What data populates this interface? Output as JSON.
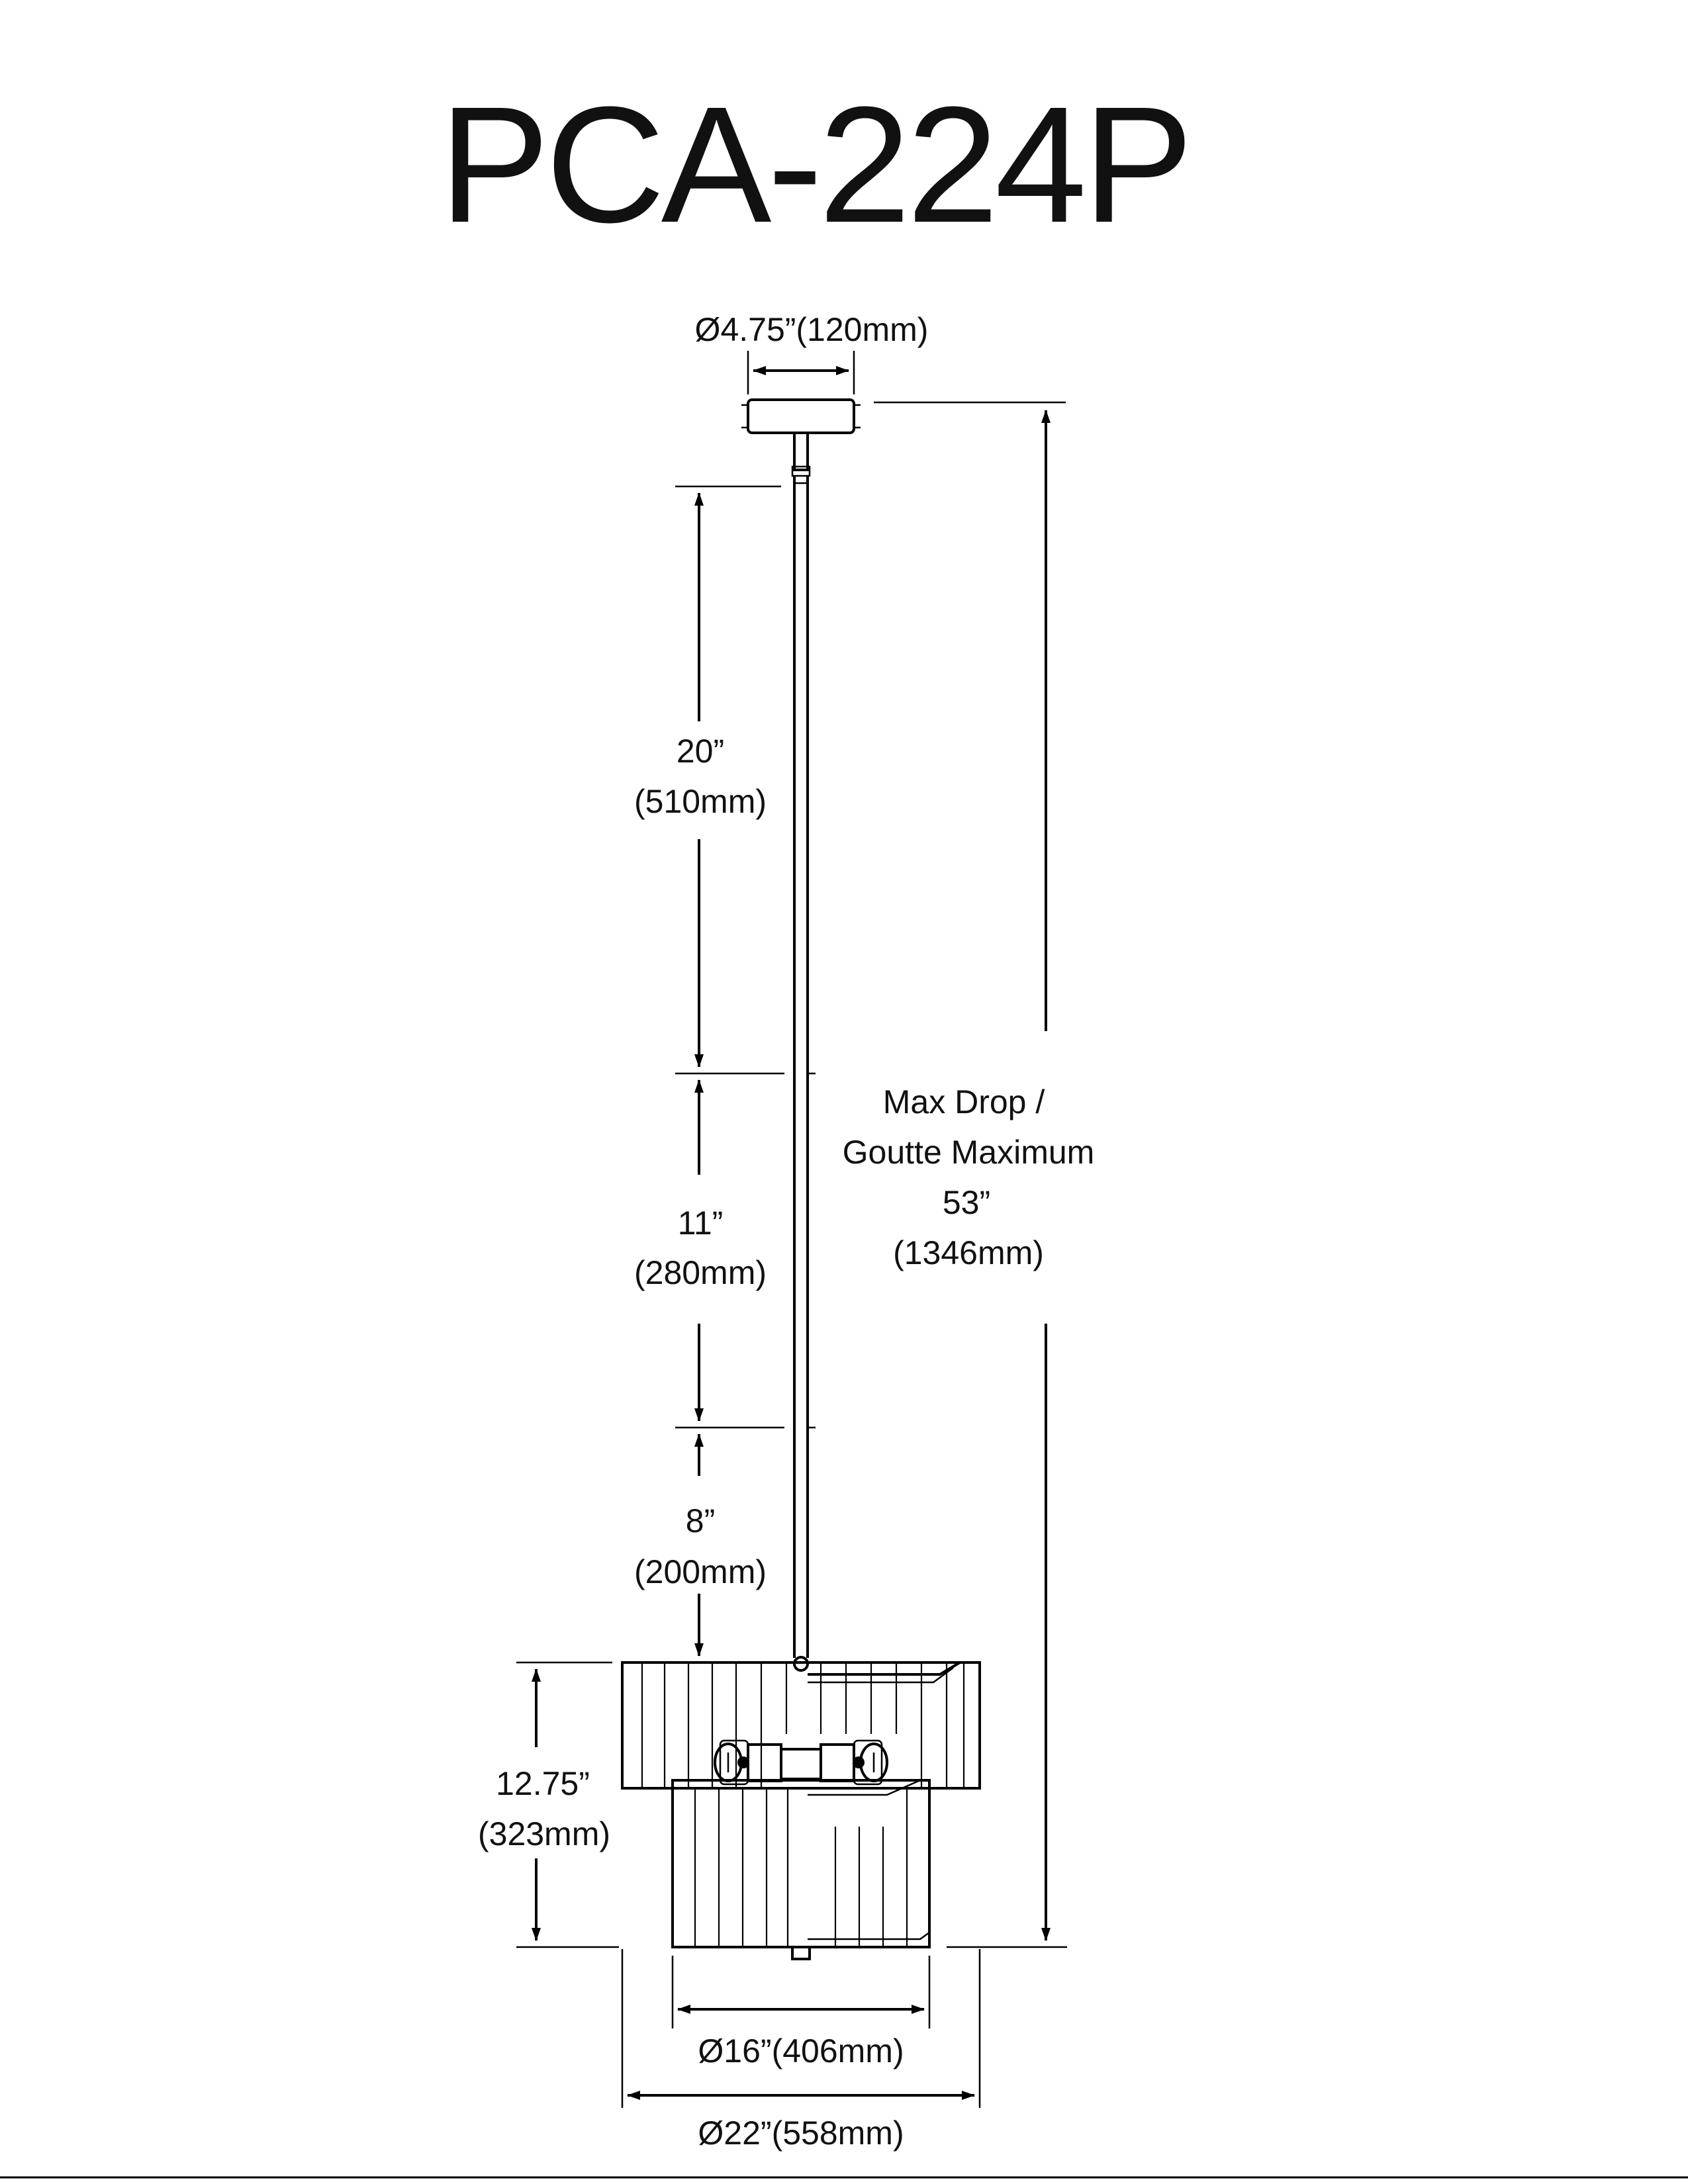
{
  "title": "PCA-224P",
  "dimensions": {
    "canopy_diameter": "Ø4.75”(120mm)",
    "rod_upper_in": "20”",
    "rod_upper_mm": "(510mm)",
    "rod_middle_in": "11”",
    "rod_middle_mm": "(280mm)",
    "rod_lower_in": "8”",
    "rod_lower_mm": "(200mm)",
    "max_drop_en": "Max Drop /",
    "max_drop_fr": "Goutte Maximum",
    "max_drop_in": "53”",
    "max_drop_mm": "(1346mm)",
    "shade_height_in": "12.75”",
    "shade_height_mm": "(323mm)",
    "inner_diameter": "Ø16”(406mm)",
    "outer_diameter": "Ø22”(558mm)"
  }
}
